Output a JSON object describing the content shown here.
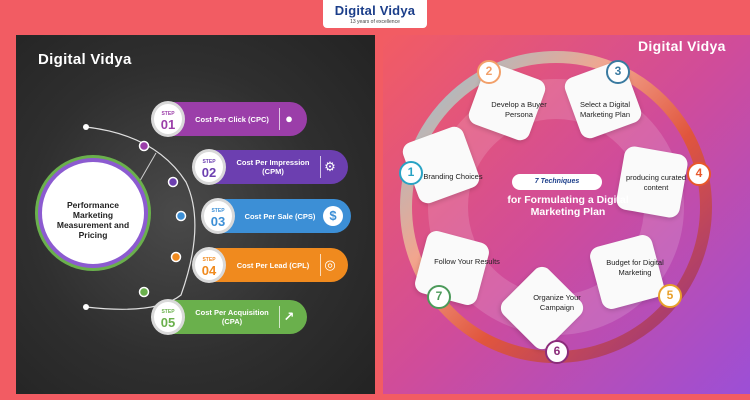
{
  "top_logo": {
    "brand": "Digital Vidya",
    "tagline": "13 years of excellence"
  },
  "left": {
    "logo": "Digital Vidya",
    "center": "Performance Marketing Measurement and Pricing",
    "steps": [
      {
        "step": "STEP",
        "num": "01",
        "label": "Cost Per Click (CPC)",
        "color": "#9b3ea9",
        "icon": "lightbulb-icon"
      },
      {
        "step": "STEP",
        "num": "02",
        "label": "Cost Per Impression (CPM)",
        "color": "#6c3fb0",
        "icon": "gear-icon"
      },
      {
        "step": "STEP",
        "num": "03",
        "label": "Cost Per Sale (CPS)",
        "color": "#3c8fd6",
        "icon": "dollar-icon"
      },
      {
        "step": "STEP",
        "num": "04",
        "label": "Cost Per Lead (CPL)",
        "color": "#f08a1e",
        "icon": "target-icon"
      },
      {
        "step": "STEP",
        "num": "05",
        "label": "Cost Per Acquisition (CPA)",
        "color": "#6ab04c",
        "icon": "chart-icon"
      }
    ]
  },
  "right": {
    "logo": "Digital Vidya",
    "pill": "7 Techniques",
    "title": "for Formulating a Digital Marketing Plan",
    "items": [
      {
        "num": "1",
        "label": "Branding Choices",
        "color": "#29a3c4"
      },
      {
        "num": "2",
        "label": "Develop a Buyer Persona",
        "color": "#f2a06a"
      },
      {
        "num": "3",
        "label": "Select a Digital Marketing Plan",
        "color": "#3a7aa0"
      },
      {
        "num": "4",
        "label": "producing curated content",
        "color": "#e8572b"
      },
      {
        "num": "5",
        "label": "Budget for Digital Marketing",
        "color": "#e8a02b"
      },
      {
        "num": "6",
        "label": "Organize Your Campaign",
        "color": "#8b2c7a"
      },
      {
        "num": "7",
        "label": "Follow Your Results",
        "color": "#4c9a5a"
      }
    ]
  }
}
